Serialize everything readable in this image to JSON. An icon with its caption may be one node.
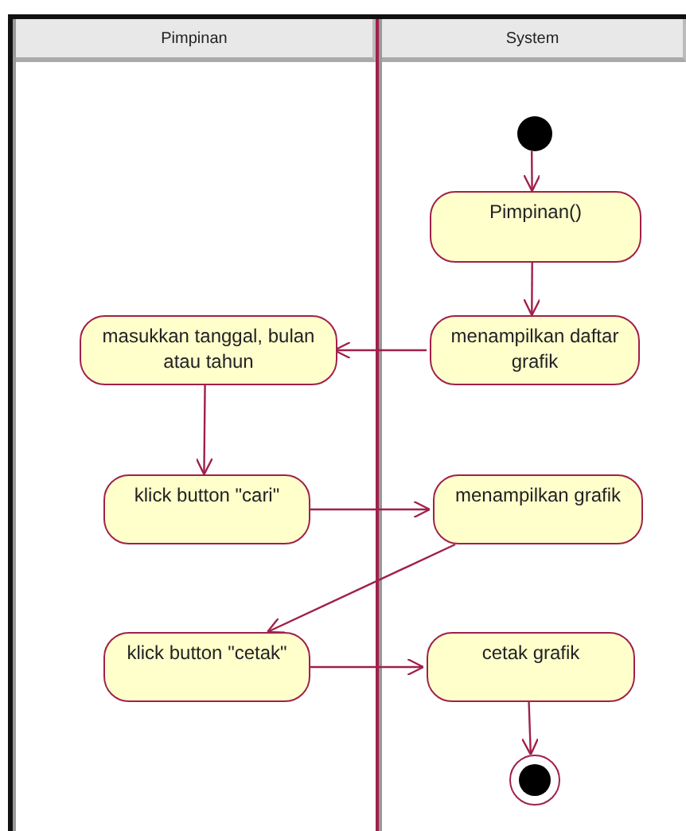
{
  "diagram": {
    "nodes": [
      {
        "text": [
          "Pimpinan"
        ]
      },
      {
        "text": [
          "System"
        ]
      },
      {
        "text": [],
        "shape": "circle",
        "in": 1
      },
      {
        "text": [
          "Pimpinan()"
        ],
        "in": 1
      },
      {
        "text": [
          "menampilkan daftar grafik"
        ],
        "in": 1
      },
      {
        "text": [
          "masukkan tanggal, bulan atau tahun"
        ],
        "in": 0
      },
      {
        "text": [
          "klick button \"cari\""
        ],
        "in": 0
      },
      {
        "text": [
          "menampilkan grafik"
        ],
        "in": 1
      },
      {
        "text": [
          "klick button \"cetak\""
        ],
        "in": 0
      },
      {
        "text": [
          "cetak grafik"
        ],
        "in": 1
      },
      {
        "text": [],
        "shape": "bullseye",
        "in": 1
      }
    ],
    "edges": [
      {
        "from": 2,
        "to": 3,
        "arrow": "to"
      },
      {
        "from": 3,
        "to": 4,
        "arrow": "to"
      },
      {
        "from": 4,
        "to": 5,
        "arrow": "to"
      },
      {
        "from": 5,
        "to": 6,
        "arrow": "to"
      },
      {
        "from": 6,
        "to": 7,
        "arrow": "to"
      },
      {
        "from": 7,
        "to": 8,
        "arrow": "to"
      },
      {
        "from": 8,
        "to": 9,
        "arrow": "to"
      },
      {
        "from": 9,
        "to": 10,
        "arrow": "to"
      }
    ]
  }
}
